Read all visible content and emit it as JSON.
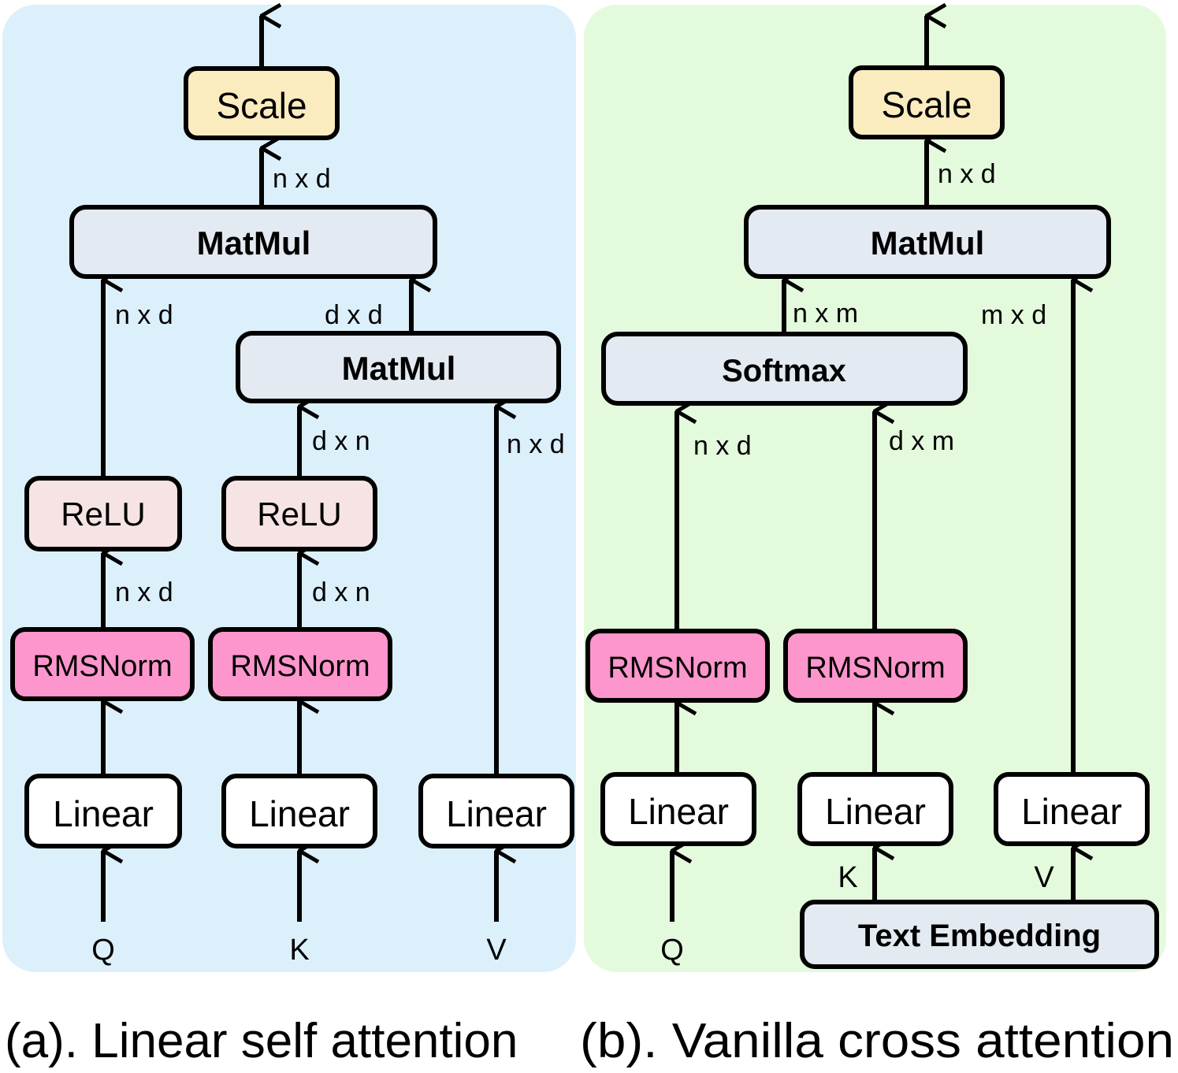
{
  "colors": {
    "panel_a": "#dcf0fc",
    "panel_b": "#e4fadc",
    "scale": "#fbecc0",
    "matmul": "#e4eaf2",
    "relu": "#f6e4e4",
    "rmsnorm": "#fd96cc",
    "linear": "#ffffff"
  },
  "panel_a": {
    "caption": "(a). Linear self attention",
    "scale": "Scale",
    "matmul_top": "MatMul",
    "matmul_mid": "MatMul",
    "relu_q": "ReLU",
    "relu_k": "ReLU",
    "rmsnorm_q": "RMSNorm",
    "rmsnorm_k": "RMSNorm",
    "linear_q": "Linear",
    "linear_k": "Linear",
    "linear_v": "Linear",
    "input_q": "Q",
    "input_k": "K",
    "input_v": "V",
    "dim_matmul_to_scale": "n x d",
    "dim_relu_q_to_matmul": "n x d",
    "dim_matmul_to_matmul": "d x d",
    "dim_relu_k_to_matmul": "d x n",
    "dim_v_to_matmul": "n x d",
    "dim_rms_q_to_relu": "n x d",
    "dim_rms_k_to_relu": "d x n"
  },
  "panel_b": {
    "caption": "(b). Vanilla cross attention",
    "scale": "Scale",
    "matmul": "MatMul",
    "softmax": "Softmax",
    "rmsnorm_q": "RMSNorm",
    "rmsnorm_k": "RMSNorm",
    "linear_q": "Linear",
    "linear_k": "Linear",
    "linear_v": "Linear",
    "text_embedding": "Text Embedding",
    "input_q": "Q",
    "input_k": "K",
    "input_v": "V",
    "dim_matmul_to_scale": "n x d",
    "dim_softmax_to_matmul": "n x m",
    "dim_v_to_matmul": "m x d",
    "dim_q_to_softmax": "n x d",
    "dim_k_to_softmax": "d x m"
  }
}
